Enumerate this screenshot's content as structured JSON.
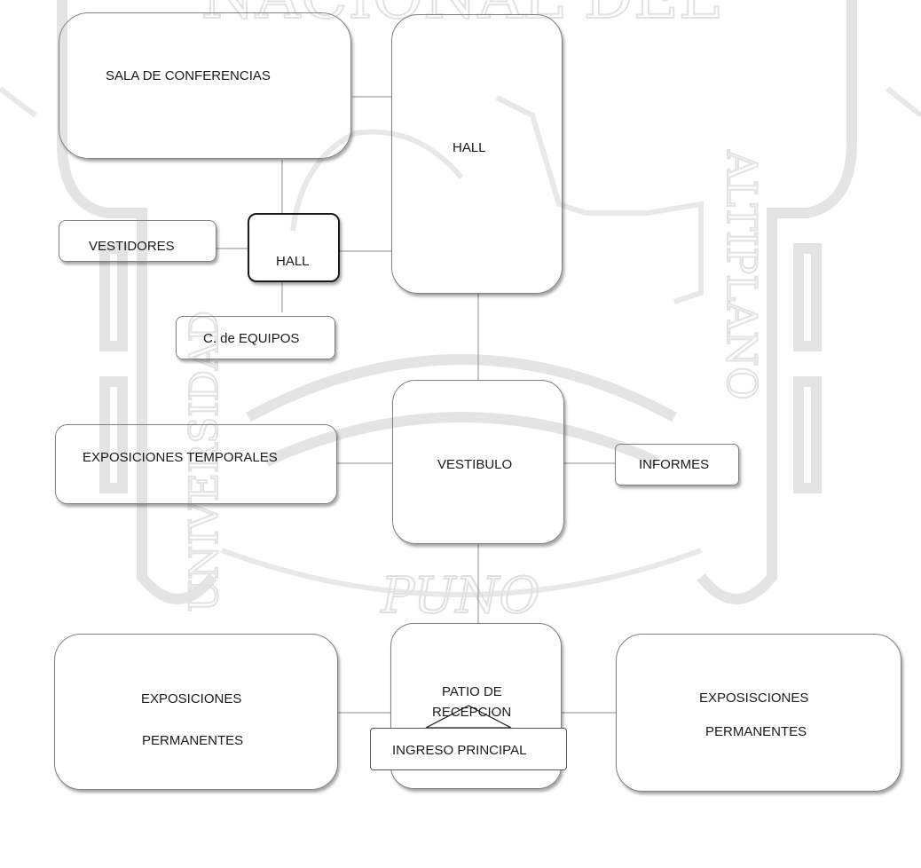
{
  "watermark": {
    "text_top": "NACIONAL DEL",
    "text_left": "UNIVERSIDAD",
    "text_right": "ALTIPLANO",
    "text_bottom": "PUNO"
  },
  "nodes": {
    "sala_conferencias": "SALA DE CONFERENCIAS",
    "hall_main": "HALL",
    "vestidores": "VESTIDORES",
    "hall_small": "HALL",
    "equipos": "C. de EQUIPOS",
    "expo_temporales": "EXPOSICIONES TEMPORALES",
    "vestibulo": "VESTIBULO",
    "informes": "INFORMES",
    "expo_perm_left": {
      "line1": "EXPOSICIONES",
      "line2": "PERMANENTES"
    },
    "patio": {
      "line1": "PATIO DE",
      "line2": "RECEPCION"
    },
    "expo_perm_right": {
      "line1": "EXPOSISCIONES",
      "line2": "PERMANENTES"
    },
    "ingreso": "INGRESO PRINCIPAL"
  },
  "colors": {
    "box_border": "#808080",
    "connector": "#8c8c8c",
    "watermark": "#e6e6e6",
    "text": "#1a1a1a"
  }
}
